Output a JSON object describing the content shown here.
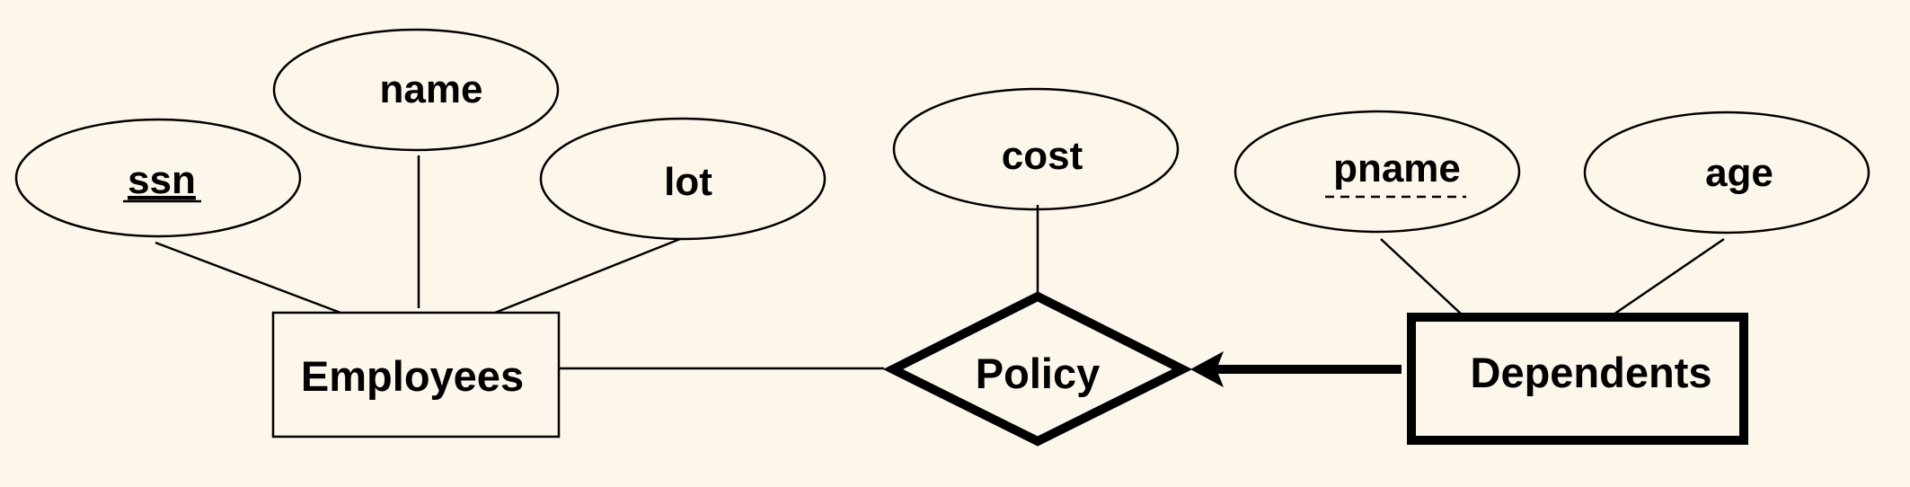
{
  "diagram": {
    "background": "#fdf6ea",
    "stroke": "#000000",
    "entities": {
      "employees": "Employees",
      "dependents": "Dependents"
    },
    "relationship": {
      "policy": "Policy"
    },
    "attributes": {
      "ssn": "ssn",
      "name": "name",
      "lot": "lot",
      "cost": "cost",
      "pname": "pname",
      "age": "age"
    }
  }
}
